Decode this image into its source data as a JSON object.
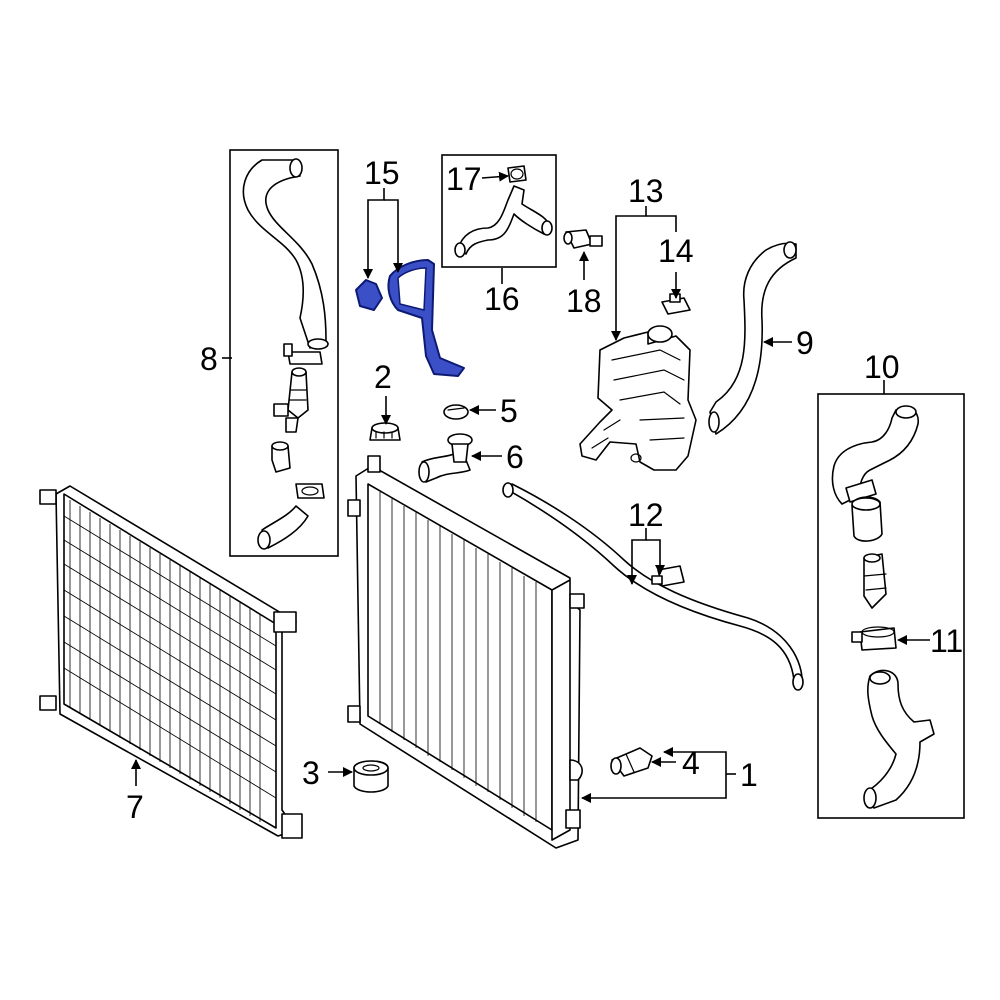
{
  "colors": {
    "line": "#000000",
    "background": "#ffffff",
    "highlight_fill": "#3b50c7",
    "highlight_stroke": "#0d1a73"
  },
  "highlighted_part": "15",
  "callouts": {
    "c1": "1",
    "c2": "2",
    "c3": "3",
    "c4": "4",
    "c5": "5",
    "c6": "6",
    "c7": "7",
    "c8": "8",
    "c9": "9",
    "c10": "10",
    "c11": "11",
    "c12": "12",
    "c13": "13",
    "c14": "14",
    "c15": "15",
    "c16": "16",
    "c17": "17",
    "c18": "18"
  }
}
